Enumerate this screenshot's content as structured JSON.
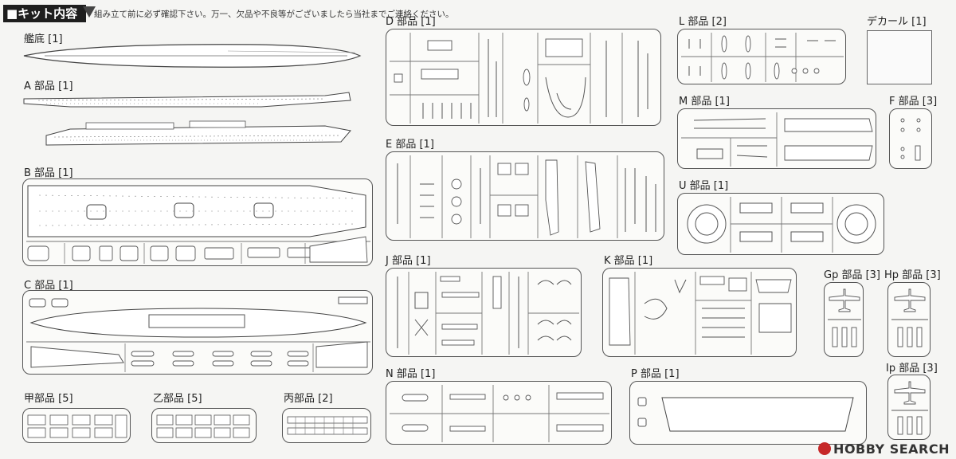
{
  "header": {
    "title": "■キット内容",
    "notice": "組み立て前に必ず確認下さい。万一、欠品や不良等がございましたら当社までご連絡ください。"
  },
  "labels": {
    "kanzoko": "艦底 [1]",
    "a": "A 部品 [1]",
    "b": "B 部品 [1]",
    "c": "C 部品 [1]",
    "d": "D 部品 [1]",
    "e": "E 部品 [1]",
    "j": "J 部品 [1]",
    "k": "K 部品 [1]",
    "l": "L 部品 [2]",
    "decal": "デカール [1]",
    "m": "M 部品 [1]",
    "f": "F 部品 [3]",
    "u": "U 部品 [1]",
    "gp": "Gp 部品 [3]",
    "hp": "Hp 部品 [3]",
    "ip": "Ip 部品 [3]",
    "n": "N 部品 [1]",
    "p": "P 部品 [1]",
    "kou": "甲部品 [5]",
    "otsu": "乙部品 [5]",
    "hei": "丙部品 [2]"
  },
  "watermark": "HOBBY SEARCH"
}
